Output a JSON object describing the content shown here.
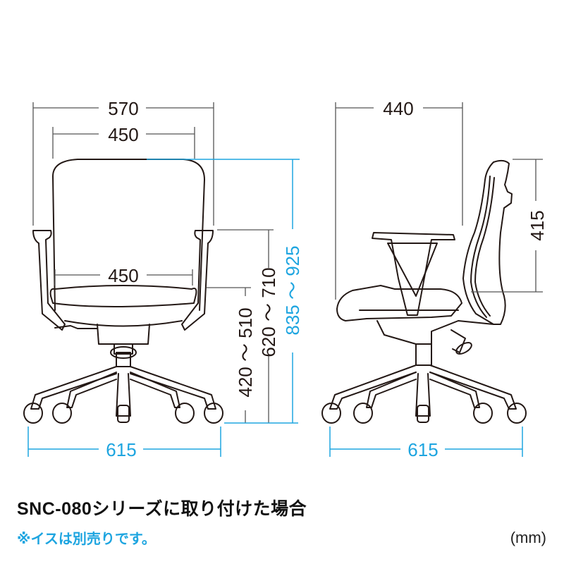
{
  "diagram": {
    "type": "product-dimension-drawing",
    "subject": "office chair with accessory attached",
    "colors": {
      "line": "#231815",
      "dimension_line": "#555555",
      "accent_blue": "#1ea5e0"
    },
    "front_view": {
      "dimensions": {
        "overall_width": "570",
        "back_width": "450",
        "seat_width": "450",
        "seat_height": "420 ～ 510",
        "armrest_height": "620 ～ 710",
        "overall_height": "835 ～ 925",
        "base_width": "615"
      }
    },
    "side_view": {
      "dimensions": {
        "depth": "440",
        "back_height": "415",
        "base_width": "615"
      }
    }
  },
  "caption": {
    "title": "SNC-080シリーズに取り付けた場合",
    "note": "※イスは別売りです。",
    "unit": "(mm)"
  }
}
